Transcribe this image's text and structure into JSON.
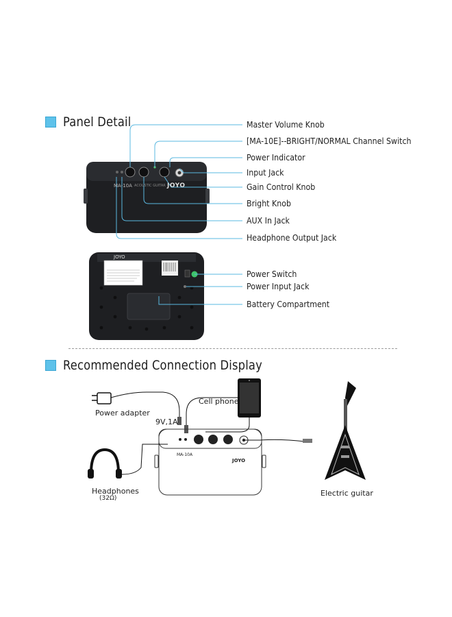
{
  "panel_detail": {
    "title": "Panel Detail",
    "front_callouts": [
      "Master Volume Knob",
      "[MA-10E]--BRIGHT/NORMAL Channel Switch",
      "Power Indicator",
      "Input Jack",
      "Gain Control Knob",
      "Bright Knob",
      "AUX In Jack",
      "Headphone Output Jack"
    ],
    "back_callouts": [
      "Power Switch",
      "Power Input Jack",
      "Battery Compartment"
    ],
    "amp_brand": "JOYO",
    "amp_model": "MA-10A",
    "amp_subtitle": "ACOUSTIC GUITAR"
  },
  "connection_display": {
    "title": "Recommended Connection Display",
    "power_adapter": "Power adapter",
    "power_spec": "9V,1A",
    "cell_phone": "Cell phone",
    "headphones": "Headphones",
    "headphones_impedance": "(32Ω)",
    "electric_guitar": "Electric guitar",
    "amp_brand": "JOYO",
    "amp_model": "MA-10A"
  },
  "colors": {
    "accent": "#5ec2ea",
    "leader_line": "#5ab8e0",
    "amp_body": "#1e1f22"
  }
}
